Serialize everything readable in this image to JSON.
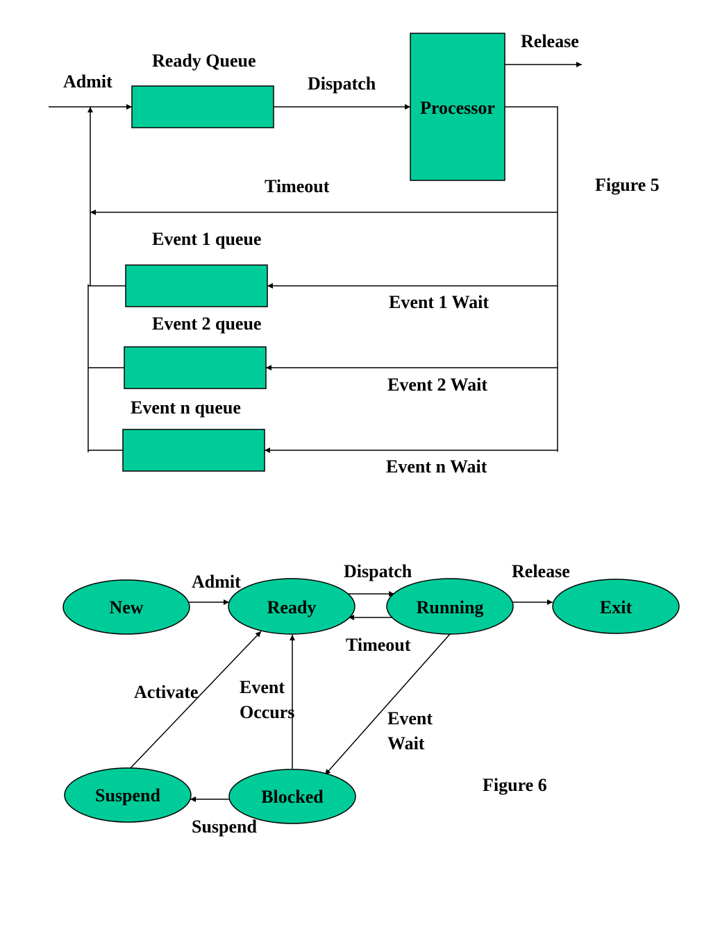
{
  "colors": {
    "node_fill": "#00cc99",
    "stroke": "#000000",
    "text": "#000000",
    "background": "#ffffff"
  },
  "figure5": {
    "caption": "Figure 5",
    "admit": "Admit",
    "ready_queue": "Ready Queue",
    "dispatch": "Dispatch",
    "processor": "Processor",
    "release": "Release",
    "timeout": "Timeout",
    "event1_queue": "Event 1 queue",
    "event1_wait": "Event 1 Wait",
    "event2_queue": "Event 2 queue",
    "event2_wait": "Event 2 Wait",
    "eventn_queue": "Event n queue",
    "eventn_wait": "Event n Wait"
  },
  "figure6": {
    "caption": "Figure 6",
    "states": {
      "new": "New",
      "ready": "Ready",
      "running": "Running",
      "exit": "Exit",
      "suspend": "Suspend",
      "blocked": "Blocked"
    },
    "transitions": {
      "admit": "Admit",
      "dispatch": "Dispatch",
      "release": "Release",
      "timeout": "Timeout",
      "activate": "Activate",
      "event_occurs_1": "Event",
      "event_occurs_2": "Occurs",
      "event_wait_1": "Event",
      "event_wait_2": "Wait",
      "suspend": "Suspend"
    }
  }
}
